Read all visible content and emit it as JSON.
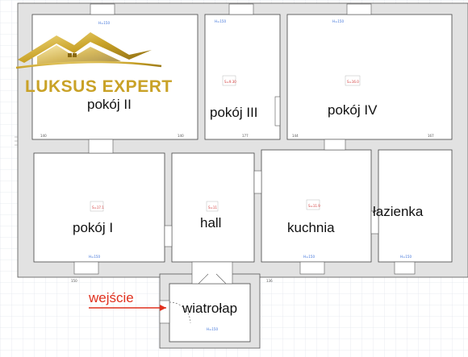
{
  "brand": {
    "name": "LUKSUS EXPERT",
    "color": "#c9a227"
  },
  "rooms": [
    {
      "id": "pokoj-ii",
      "label": "pokój II"
    },
    {
      "id": "pokoj-iii",
      "label": "pokój III"
    },
    {
      "id": "pokoj-iv",
      "label": "pokój IV"
    },
    {
      "id": "pokoj-i",
      "label": "pokój I"
    },
    {
      "id": "hall",
      "label": "hall"
    },
    {
      "id": "kuchnia",
      "label": "kuchnia"
    },
    {
      "id": "lazienka",
      "label": "łazienka"
    },
    {
      "id": "wiatrolap",
      "label": "wiatrołap"
    }
  ],
  "entrance": {
    "label": "wejście",
    "arrow_color": "#e0301e"
  },
  "colors": {
    "wall": "#e2e2e2",
    "wall_edge": "#555555",
    "grid": "#e6e8ef",
    "dims": "#3a6fd8",
    "area": "#d23a3a"
  }
}
